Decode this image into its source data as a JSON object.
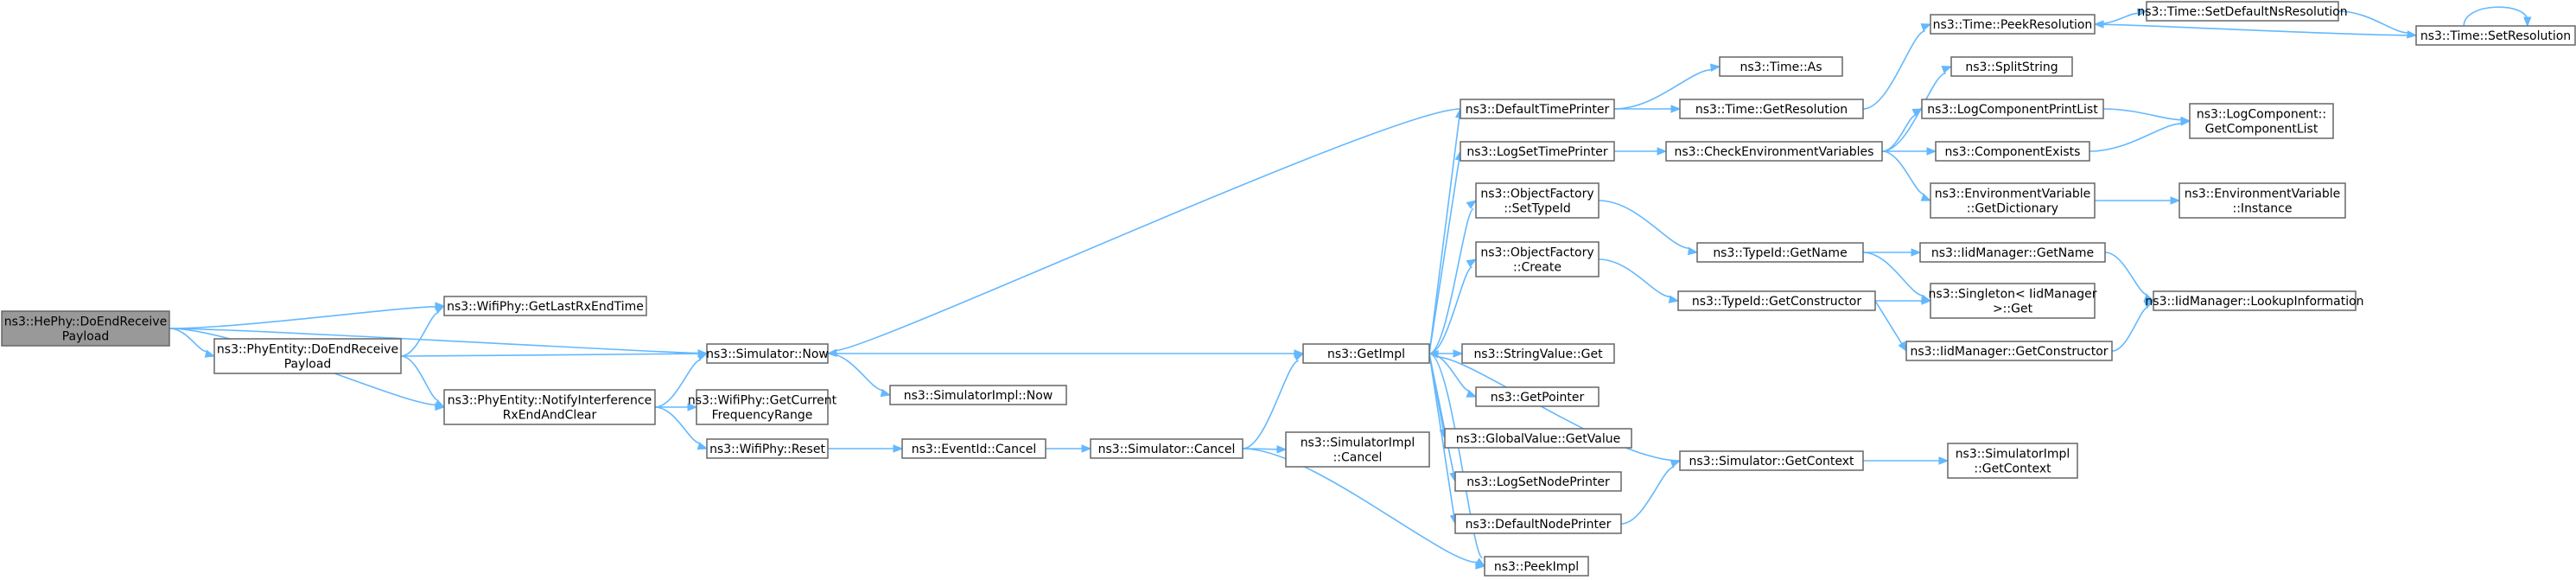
{
  "nodes": [
    {
      "id": "root",
      "lines": [
        "ns3::HePhy::DoEndReceive",
        "Payload"
      ],
      "root": true
    },
    {
      "id": "phyentity_doendreceive",
      "lines": [
        "ns3::PhyEntity::DoEndReceive",
        "Payload"
      ]
    },
    {
      "id": "wifiphy_getlastrxendtime",
      "lines": [
        "ns3::WifiPhy::GetLastRxEndTime"
      ]
    },
    {
      "id": "phyentity_notify",
      "lines": [
        "ns3::PhyEntity::NotifyInterference",
        "RxEndAndClear"
      ]
    },
    {
      "id": "simulator_now",
      "lines": [
        "ns3::Simulator::Now"
      ]
    },
    {
      "id": "wifiphy_getcurrentfreq",
      "lines": [
        "ns3::WifiPhy::GetCurrent",
        "FrequencyRange"
      ]
    },
    {
      "id": "wifiphy_reset",
      "lines": [
        "ns3::WifiPhy::Reset"
      ]
    },
    {
      "id": "simulatorimpl_now",
      "lines": [
        "ns3::SimulatorImpl::Now"
      ]
    },
    {
      "id": "eventid_cancel",
      "lines": [
        "ns3::EventId::Cancel"
      ]
    },
    {
      "id": "simulator_cancel",
      "lines": [
        "ns3::Simulator::Cancel"
      ]
    },
    {
      "id": "simulatorimpl_cancel",
      "lines": [
        "ns3::SimulatorImpl",
        "::Cancel"
      ]
    },
    {
      "id": "getimpl",
      "lines": [
        "ns3::GetImpl"
      ]
    },
    {
      "id": "defaulttimeprinter",
      "lines": [
        "ns3::DefaultTimePrinter"
      ]
    },
    {
      "id": "logsettimeprinter",
      "lines": [
        "ns3::LogSetTimePrinter"
      ]
    },
    {
      "id": "objectfactory_settypeid",
      "lines": [
        "ns3::ObjectFactory",
        "::SetTypeId"
      ]
    },
    {
      "id": "objectfactory_create",
      "lines": [
        "ns3::ObjectFactory",
        "::Create"
      ]
    },
    {
      "id": "stringvalue_get",
      "lines": [
        "ns3::StringValue::Get"
      ]
    },
    {
      "id": "getpointer",
      "lines": [
        "ns3::GetPointer"
      ]
    },
    {
      "id": "globalvalue_getvalue",
      "lines": [
        "ns3::GlobalValue::GetValue"
      ]
    },
    {
      "id": "logsetnodeprinter",
      "lines": [
        "ns3::LogSetNodePrinter"
      ]
    },
    {
      "id": "defaultnodeprinter",
      "lines": [
        "ns3::DefaultNodePrinter"
      ]
    },
    {
      "id": "peekimpl",
      "lines": [
        "ns3::PeekImpl"
      ]
    },
    {
      "id": "time_as",
      "lines": [
        "ns3::Time::As"
      ]
    },
    {
      "id": "time_getresolution",
      "lines": [
        "ns3::Time::GetResolution"
      ]
    },
    {
      "id": "checkenvvars",
      "lines": [
        "ns3::CheckEnvironmentVariables"
      ]
    },
    {
      "id": "typeid_getname",
      "lines": [
        "ns3::TypeId::GetName"
      ]
    },
    {
      "id": "typeid_getconstructor",
      "lines": [
        "ns3::TypeId::GetConstructor"
      ]
    },
    {
      "id": "simulator_getcontext",
      "lines": [
        "ns3::Simulator::GetContext"
      ]
    },
    {
      "id": "time_peekresolution",
      "lines": [
        "ns3::Time::PeekResolution"
      ]
    },
    {
      "id": "splitstring",
      "lines": [
        "ns3::SplitString"
      ]
    },
    {
      "id": "logcomponentprintlist",
      "lines": [
        "ns3::LogComponentPrintList"
      ]
    },
    {
      "id": "componentexists",
      "lines": [
        "ns3::ComponentExists"
      ]
    },
    {
      "id": "envvar_getdictionary",
      "lines": [
        "ns3::EnvironmentVariable",
        "::GetDictionary"
      ]
    },
    {
      "id": "iidmanager_getname",
      "lines": [
        "ns3::IidManager::GetName"
      ]
    },
    {
      "id": "singleton_get",
      "lines": [
        "ns3::Singleton< IidManager",
        ">::Get"
      ]
    },
    {
      "id": "iidmanager_getconstructor",
      "lines": [
        "ns3::IidManager::GetConstructor"
      ]
    },
    {
      "id": "simulatorimpl_getcontext",
      "lines": [
        "ns3::SimulatorImpl",
        "::GetContext"
      ]
    },
    {
      "id": "time_setdefaultnsresolution",
      "lines": [
        "ns3::Time::SetDefaultNsResolution"
      ]
    },
    {
      "id": "time_setresolution",
      "lines": [
        "ns3::Time::SetResolution"
      ]
    },
    {
      "id": "logcomponent_getcomponentlist",
      "lines": [
        "ns3::LogComponent::",
        "GetComponentList"
      ]
    },
    {
      "id": "envvar_instance",
      "lines": [
        "ns3::EnvironmentVariable",
        "::Instance"
      ]
    },
    {
      "id": "iidmanager_lookupinformation",
      "lines": [
        "ns3::IidManager::LookupInformation"
      ]
    }
  ],
  "edges": [
    [
      "root",
      "phyentity_doendreceive"
    ],
    [
      "root",
      "wifiphy_getlastrxendtime"
    ],
    [
      "root",
      "phyentity_notify"
    ],
    [
      "root",
      "simulator_now"
    ],
    [
      "phyentity_doendreceive",
      "wifiphy_getlastrxendtime"
    ],
    [
      "phyentity_doendreceive",
      "phyentity_notify"
    ],
    [
      "phyentity_doendreceive",
      "simulator_now"
    ],
    [
      "phyentity_notify",
      "simulator_now"
    ],
    [
      "phyentity_notify",
      "wifiphy_getcurrentfreq"
    ],
    [
      "phyentity_notify",
      "wifiphy_reset"
    ],
    [
      "simulator_now",
      "getimpl"
    ],
    [
      "simulator_now",
      "simulatorimpl_now"
    ],
    [
      "wifiphy_reset",
      "eventid_cancel"
    ],
    [
      "eventid_cancel",
      "simulator_cancel"
    ],
    [
      "simulator_cancel",
      "getimpl"
    ],
    [
      "simulator_cancel",
      "simulatorimpl_cancel"
    ],
    [
      "simulator_cancel",
      "peekimpl"
    ],
    [
      "getimpl",
      "defaulttimeprinter"
    ],
    [
      "getimpl",
      "logsettimeprinter"
    ],
    [
      "getimpl",
      "objectfactory_settypeid"
    ],
    [
      "getimpl",
      "objectfactory_create"
    ],
    [
      "getimpl",
      "stringvalue_get"
    ],
    [
      "getimpl",
      "getpointer"
    ],
    [
      "getimpl",
      "globalvalue_getvalue"
    ],
    [
      "getimpl",
      "logsetnodeprinter"
    ],
    [
      "getimpl",
      "defaultnodeprinter"
    ],
    [
      "getimpl",
      "peekimpl"
    ],
    [
      "defaulttimeprinter",
      "simulator_now"
    ],
    [
      "defaulttimeprinter",
      "time_as"
    ],
    [
      "defaulttimeprinter",
      "time_getresolution"
    ],
    [
      "time_getresolution",
      "time_peekresolution"
    ],
    [
      "logsettimeprinter",
      "checkenvvars"
    ],
    [
      "objectfactory_settypeid",
      "typeid_getname"
    ],
    [
      "objectfactory_create",
      "typeid_getconstructor"
    ],
    [
      "defaultnodeprinter",
      "simulator_getcontext"
    ],
    [
      "simulator_getcontext",
      "getimpl"
    ],
    [
      "simulator_getcontext",
      "simulatorimpl_getcontext"
    ],
    [
      "checkenvvars",
      "splitstring"
    ],
    [
      "checkenvvars",
      "logcomponentprintlist"
    ],
    [
      "checkenvvars",
      "componentexists"
    ],
    [
      "checkenvvars",
      "envvar_getdictionary"
    ],
    [
      "typeid_getname",
      "iidmanager_getname"
    ],
    [
      "typeid_getname",
      "singleton_get"
    ],
    [
      "typeid_getconstructor",
      "singleton_get"
    ],
    [
      "typeid_getconstructor",
      "iidmanager_getconstructor"
    ],
    [
      "iidmanager_getname",
      "iidmanager_lookupinformation"
    ],
    [
      "iidmanager_getconstructor",
      "iidmanager_lookupinformation"
    ],
    [
      "time_peekresolution",
      "time_setdefaultnsresolution"
    ],
    [
      "time_setdefaultnsresolution",
      "time_setresolution"
    ],
    [
      "time_setresolution",
      "time_peekresolution"
    ],
    [
      "time_setresolution",
      "time_setresolution"
    ],
    [
      "logcomponentprintlist",
      "logcomponent_getcomponentlist"
    ],
    [
      "componentexists",
      "logcomponent_getcomponentlist"
    ],
    [
      "envvar_getdictionary",
      "envvar_instance"
    ]
  ]
}
